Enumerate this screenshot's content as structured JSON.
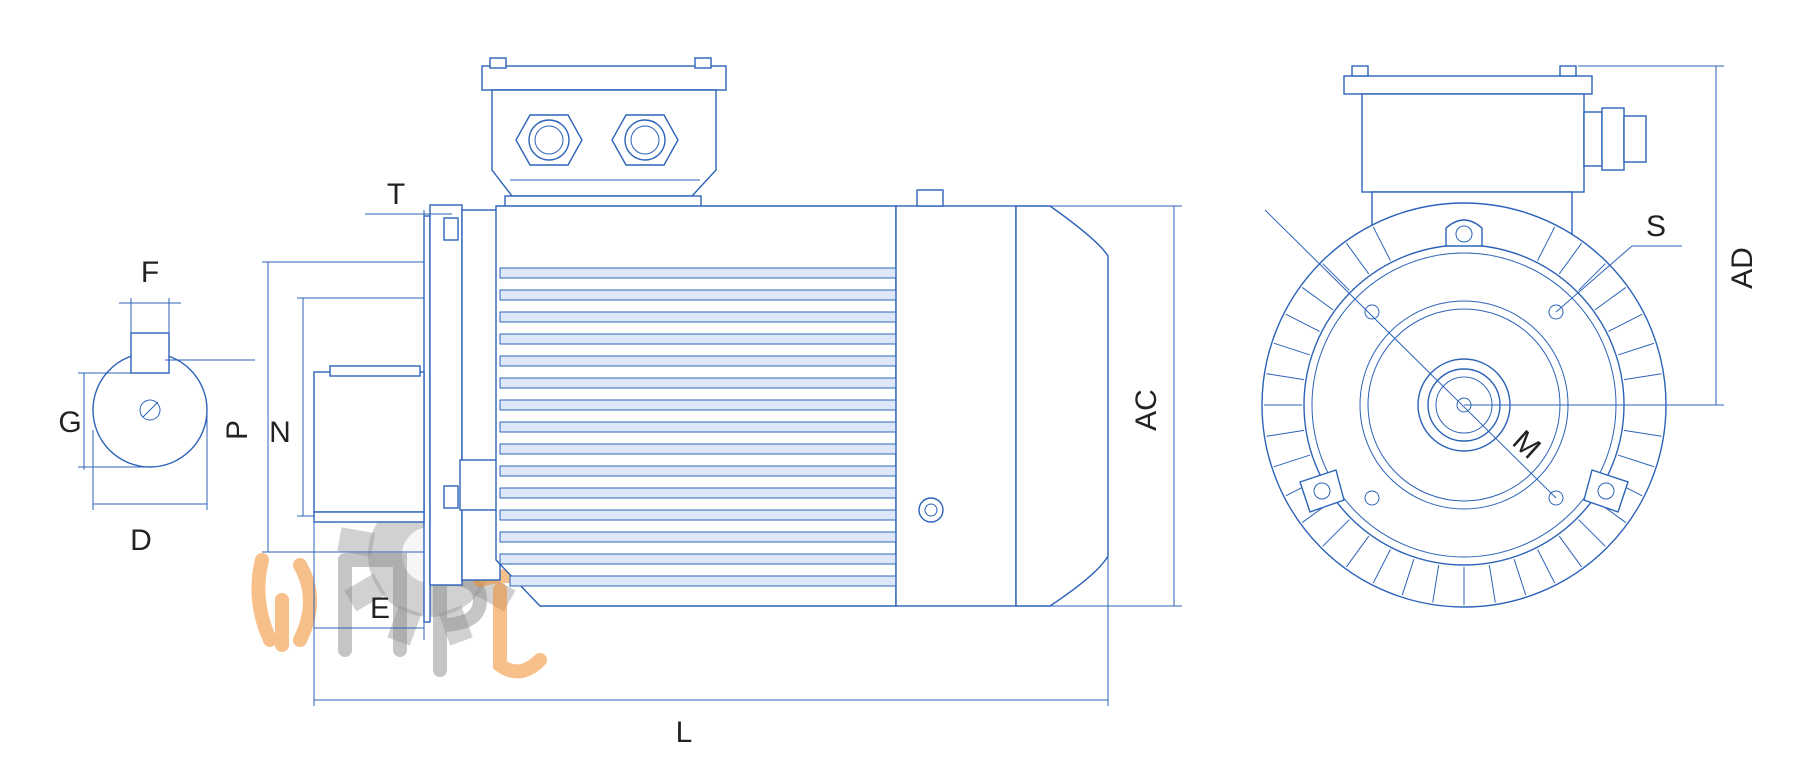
{
  "labels": {
    "F": "F",
    "G": "G",
    "D": "D",
    "P": "P",
    "N": "N",
    "T": "T",
    "E": "E",
    "L": "L",
    "AC": "AC",
    "S": "S",
    "AD": "AD",
    "M": "M"
  },
  "colors": {
    "line": "#2c63b8",
    "text": "#222222",
    "watermark_orange": "#f08a28",
    "watermark_grey": "#8c8c8c"
  }
}
